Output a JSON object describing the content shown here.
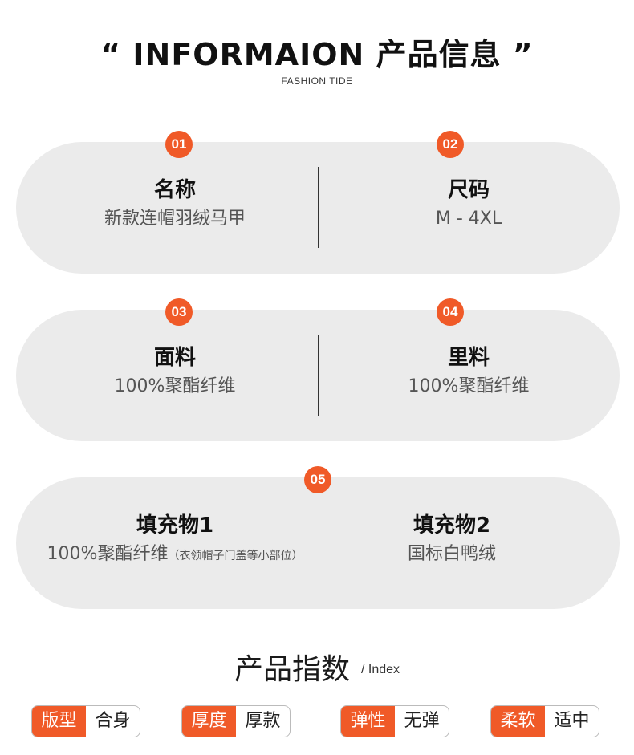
{
  "header": {
    "title": "“ INFORMAION 产品信息 ”",
    "subtitle": "FASHION TIDE"
  },
  "cards": [
    {
      "left": {
        "badge": "01",
        "title": "名称",
        "value": "新款连帽羽绒马甲"
      },
      "right": {
        "badge": "02",
        "title": "尺码",
        "value": "M - 4XL"
      }
    },
    {
      "left": {
        "badge": "03",
        "title": "面料",
        "value": "100%聚酯纤维"
      },
      "right": {
        "badge": "04",
        "title": "里料",
        "value": "100%聚酯纤维"
      }
    },
    {
      "badge": "05",
      "left": {
        "title": "填充物1",
        "value": "100%聚酯纤维",
        "note": "（衣领帽子门盖等小部位）"
      },
      "right": {
        "title": "填充物2",
        "value": "国标白鸭绒"
      }
    }
  ],
  "index": {
    "title": "产品指数",
    "subtitle": "/ Index",
    "items": [
      {
        "key": "版型",
        "value": "合身"
      },
      {
        "key": "厚度",
        "value": "厚款"
      },
      {
        "key": "弹性",
        "value": "无弹"
      },
      {
        "key": "柔软",
        "value": "适中"
      }
    ]
  },
  "colors": {
    "accent": "#f05a28",
    "card_bg": "#ebebeb"
  }
}
